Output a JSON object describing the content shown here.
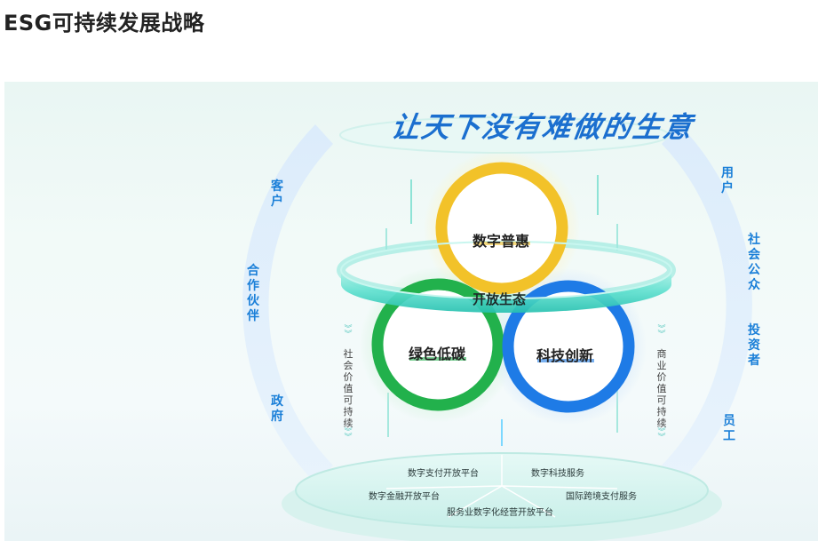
{
  "page_title": "ESG可持续发展战略",
  "slogan": "让天下没有难做的生意",
  "left_arc_labels": [
    "客户",
    "合作伙伴",
    "政府"
  ],
  "right_arc_labels": [
    "用户",
    "社会公众",
    "投资者",
    "员工"
  ],
  "center_ring_label": "开放生态",
  "circles": [
    {
      "label": "数字普惠",
      "color": "#f2c229"
    },
    {
      "label": "绿色低碳",
      "color": "#22b14c"
    },
    {
      "label": "科技创新",
      "color": "#1e7be6"
    }
  ],
  "side_notes": {
    "left": "社会价值可持续",
    "right": "商业价值可持续"
  },
  "platform_items": [
    "数字支付开放平台",
    "数字科技服务",
    "数字金融开放平台",
    "国际跨境支付服务",
    "服务业数字化经营开放平台"
  ],
  "colors": {
    "arc_text": "#1a7fd8",
    "ring": "#3fd6c4",
    "slogan": "#1b6fcf"
  }
}
